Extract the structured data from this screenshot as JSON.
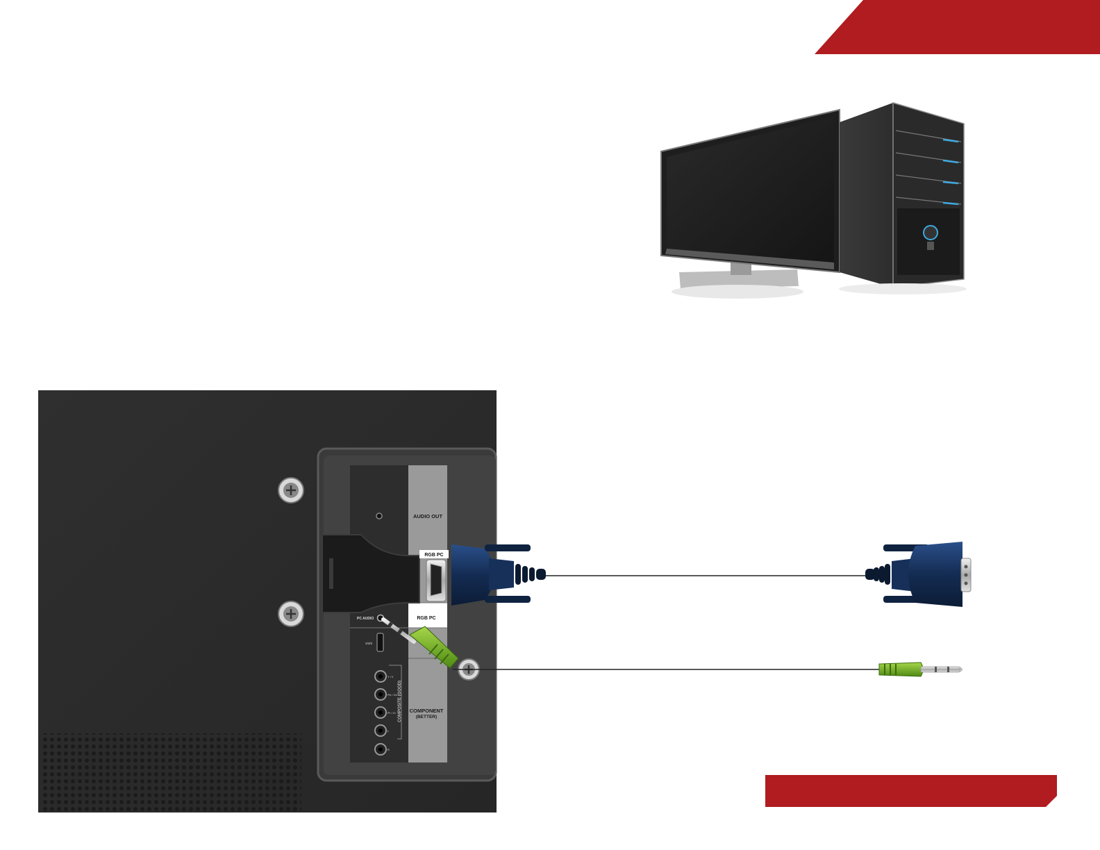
{
  "labels": {
    "audio_out": "AUDIO OUT",
    "rgb_pc_tag": "RGB PC",
    "rgb_pc_section": "RGB PC",
    "pc_audio": "PC AUDIO",
    "hdmi_small": "3/4/5",
    "hdmi_partial": "MI",
    "component_line1": "COMPONENT",
    "component_line2": "(BETTER)",
    "composite": "COMPOSITE (GOOD)",
    "jack_y": "Y / V",
    "jack_pb": "Pb / Cb",
    "jack_pr": "Pr / Cr",
    "jack_l": "L",
    "jack_r": "R"
  },
  "colors": {
    "accent_red": "#b01c20",
    "panel_dark": "#2b2b2b",
    "vga_blue": "#17325c",
    "audio_green": "#7dbb2a"
  },
  "icons": {
    "computer": "desktop-computer-icon",
    "vga": "vga-connector-icon",
    "audio": "audio-jack-icon"
  }
}
